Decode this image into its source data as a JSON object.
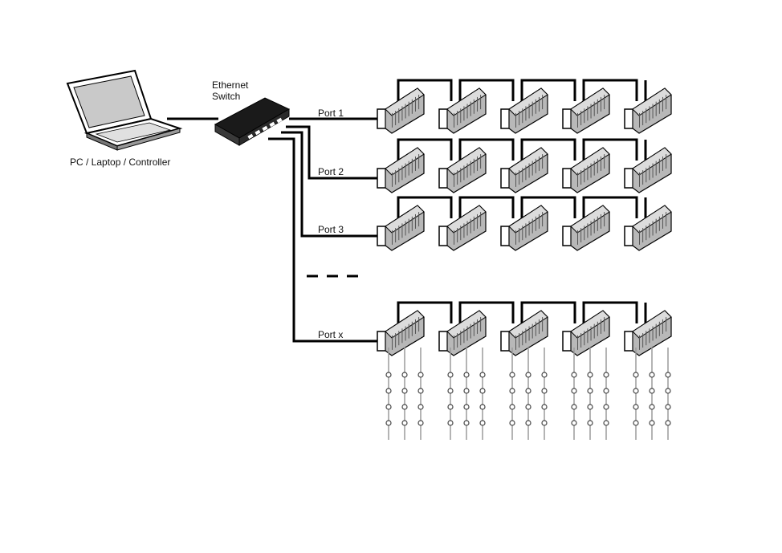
{
  "pc_label": "PC / Laptop / Controller",
  "switch_label_line1": "Ethernet",
  "switch_label_line2": "Switch",
  "ports": [
    {
      "label": "Port 1",
      "devices": 5
    },
    {
      "label": "Port 2",
      "devices": 5
    },
    {
      "label": "Port 3",
      "devices": 5
    },
    {
      "label": "Port x",
      "devices": 5,
      "pixel_strings": true
    }
  ],
  "colors": {
    "line": "#000000",
    "device_body": "#b8b8b8",
    "led_string": "#9a9a9a"
  }
}
